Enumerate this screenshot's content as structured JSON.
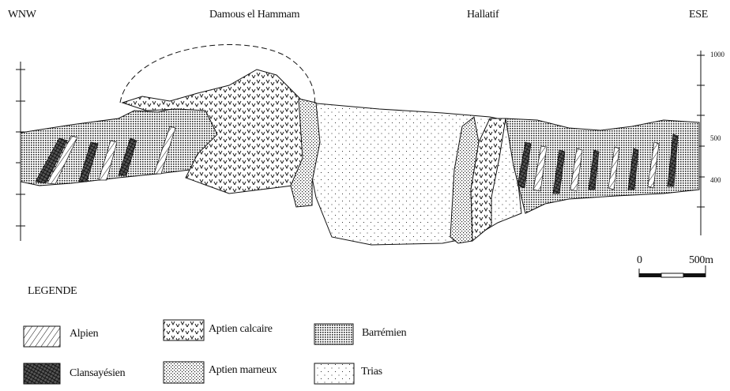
{
  "section": {
    "orientation_left": "WNW",
    "orientation_right": "ESE",
    "places": [
      "Damous el Hammam",
      "Hallatif"
    ],
    "elevation_ticks": [
      "1000",
      "500",
      "400"
    ],
    "scale_bar": {
      "start": "0",
      "end": "500m"
    }
  },
  "legend": {
    "title": "LEGENDE",
    "items": [
      {
        "label": "Alpien",
        "pattern": "diagonal-lines"
      },
      {
        "label": "Aptien calcaire",
        "pattern": "v-marks"
      },
      {
        "label": "Barrémien",
        "pattern": "dense-dots"
      },
      {
        "label": "Clansayésien",
        "pattern": "cross-hatch-dark"
      },
      {
        "label": "Aptien marneux",
        "pattern": "fine-dots"
      },
      {
        "label": "Trias",
        "pattern": "sparse-dots"
      }
    ]
  }
}
